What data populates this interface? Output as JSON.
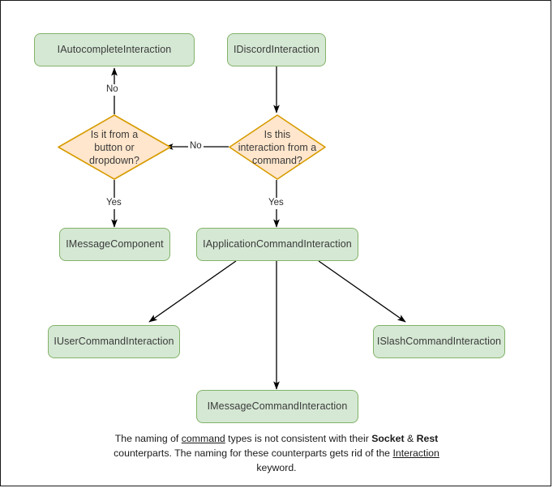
{
  "diagram": {
    "title": "Discord interaction type hierarchy flowchart",
    "colors": {
      "process_fill": "#d5e8d4",
      "process_stroke": "#82b366",
      "decision_fill": "#ffe6cc",
      "decision_stroke": "#d79b00",
      "edge_stroke": "#000000",
      "frame_border": "#1a1a1a",
      "background": "#ffffff"
    },
    "nodes": {
      "autocomplete": {
        "label": "IAutocompleteInteraction",
        "shape": "rounded-rect"
      },
      "discord": {
        "label": "IDiscordInteraction",
        "shape": "rounded-rect"
      },
      "decision_button": {
        "label": "Is it from a\nbutton or\ndropdown?",
        "shape": "diamond"
      },
      "decision_command": {
        "label": "Is this\ninteraction from a\ncommand?",
        "shape": "diamond"
      },
      "message_component": {
        "label": "IMessageComponent",
        "shape": "rounded-rect"
      },
      "application_command": {
        "label": "IApplicationCommandInteraction",
        "shape": "rounded-rect"
      },
      "user_command": {
        "label": "IUserCommandInteraction",
        "shape": "rounded-rect"
      },
      "slash_command": {
        "label": "ISlashCommandInteraction",
        "shape": "rounded-rect"
      },
      "message_command": {
        "label": "IMessageCommandInteraction",
        "shape": "rounded-rect"
      }
    },
    "edge_labels": {
      "no_up": "No",
      "no_left": "No",
      "yes_left": "Yes",
      "yes_right": "Yes"
    },
    "caption": {
      "line1_a": "The naming of ",
      "line1_underline": "command",
      "line1_b": " types is not consistent with their",
      "line2_bold1": "Socket",
      "line2_amp": " & ",
      "line2_bold2": "Rest",
      "line2_rest": " counterparts. The naming for these",
      "line3_a": "counterparts gets rid of the ",
      "line3_underline": "Interaction",
      "line3_b": " keyword."
    }
  }
}
